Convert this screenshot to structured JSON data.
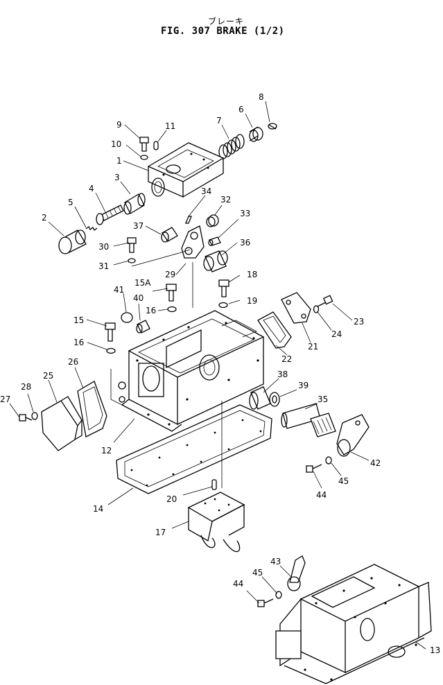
{
  "header": {
    "title_jp": "ブレーキ",
    "title_en": "FIG. 307  BRAKE  (1/2)"
  },
  "callouts": [
    {
      "id": "c-8",
      "text": "8"
    },
    {
      "id": "c-6",
      "text": "6"
    },
    {
      "id": "c-7",
      "text": "7"
    },
    {
      "id": "c-9",
      "text": "9"
    },
    {
      "id": "c-11",
      "text": "11"
    },
    {
      "id": "c-10",
      "text": "10"
    },
    {
      "id": "c-1",
      "text": "1"
    },
    {
      "id": "c-3",
      "text": "3"
    },
    {
      "id": "c-4",
      "text": "4"
    },
    {
      "id": "c-34",
      "text": "34"
    },
    {
      "id": "c-32",
      "text": "32"
    },
    {
      "id": "c-5",
      "text": "5"
    },
    {
      "id": "c-2",
      "text": "2"
    },
    {
      "id": "c-33",
      "text": "33"
    },
    {
      "id": "c-37",
      "text": "37"
    },
    {
      "id": "c-36",
      "text": "36"
    },
    {
      "id": "c-30",
      "text": "30"
    },
    {
      "id": "c-31",
      "text": "31"
    },
    {
      "id": "c-29",
      "text": "29"
    },
    {
      "id": "c-18",
      "text": "18"
    },
    {
      "id": "c-15a",
      "text": "15A"
    },
    {
      "id": "c-41",
      "text": "41"
    },
    {
      "id": "c-40",
      "text": "40"
    },
    {
      "id": "c-16a",
      "text": "16"
    },
    {
      "id": "c-19",
      "text": "19"
    },
    {
      "id": "c-23",
      "text": "23"
    },
    {
      "id": "c-15",
      "text": "15"
    },
    {
      "id": "c-24",
      "text": "24"
    },
    {
      "id": "c-16b",
      "text": "16"
    },
    {
      "id": "c-21",
      "text": "21"
    },
    {
      "id": "c-26",
      "text": "26"
    },
    {
      "id": "c-22",
      "text": "22"
    },
    {
      "id": "c-25",
      "text": "25"
    },
    {
      "id": "c-38",
      "text": "38"
    },
    {
      "id": "c-39",
      "text": "39"
    },
    {
      "id": "c-28",
      "text": "28"
    },
    {
      "id": "c-27",
      "text": "27"
    },
    {
      "id": "c-35",
      "text": "35"
    },
    {
      "id": "c-12",
      "text": "12"
    },
    {
      "id": "c-42",
      "text": "42"
    },
    {
      "id": "c-45a",
      "text": "45"
    },
    {
      "id": "c-44a",
      "text": "44"
    },
    {
      "id": "c-20",
      "text": "20"
    },
    {
      "id": "c-14",
      "text": "14"
    },
    {
      "id": "c-17",
      "text": "17"
    },
    {
      "id": "c-43",
      "text": "43"
    },
    {
      "id": "c-45b",
      "text": "45"
    },
    {
      "id": "c-44b",
      "text": "44"
    },
    {
      "id": "c-13",
      "text": "13"
    }
  ]
}
